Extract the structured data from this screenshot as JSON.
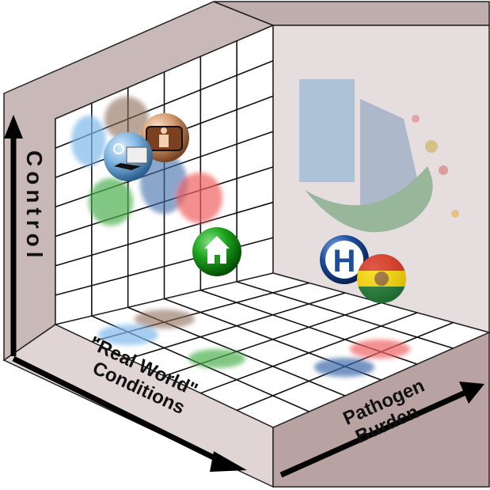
{
  "axes": {
    "control": "Control",
    "real_world_line1": "\"Real World\"",
    "real_world_line2": "Conditions",
    "pathogen_line1": "Pathogen",
    "pathogen_line2": "Burden"
  },
  "markers": [
    {
      "name": "lab-sphere",
      "icon": "lab-computer-icon",
      "color": "#6fa8d8"
    },
    {
      "name": "clinic-sphere",
      "icon": "body-scan-icon",
      "color": "#c98a5a"
    },
    {
      "name": "home-sphere",
      "icon": "house-icon",
      "color": "#1a9a1a"
    },
    {
      "name": "hospital-sphere",
      "icon": "hospital-h-icon",
      "color": "#1d4e9e"
    },
    {
      "name": "bolivia-sphere",
      "icon": "bolivia-flag-icon",
      "color": "#d52b1e"
    }
  ],
  "colors": {
    "frame": "#c9b8b8",
    "wall": "#e6dede",
    "blue": "#7fb8ea",
    "brown": "#8a6a55",
    "green": "#4caf50",
    "darkblue": "#3a6aa8",
    "red": "#f06060"
  }
}
